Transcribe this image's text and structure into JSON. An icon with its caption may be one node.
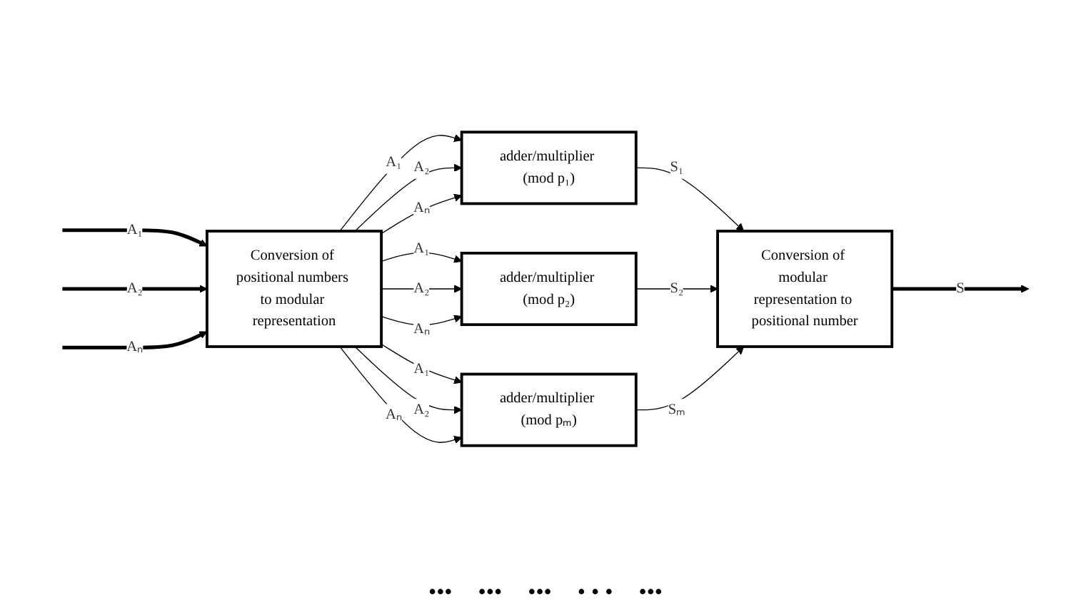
{
  "diagram": {
    "nodes": [
      {
        "text": [
          "Conversion of positional numbers to modular representation"
        ]
      },
      {
        "text": [
          "adder/multiplier (mod p₁)"
        ]
      },
      {
        "text": [
          "adder/multiplier (mod p₂)"
        ]
      },
      {
        "text": [
          "adder/multiplier (mod pₘ)"
        ]
      },
      {
        "text": [
          "Conversion of modular representation to positional number"
        ]
      }
    ],
    "edges": [
      {
        "from": null,
        "to": 0,
        "arrow": "to",
        "label": "A₁",
        "style": "thick"
      },
      {
        "from": null,
        "to": 0,
        "arrow": "to",
        "label": "A₂",
        "style": "thick"
      },
      {
        "from": null,
        "to": 0,
        "arrow": "to",
        "label": "Aₙ",
        "style": "thick"
      },
      {
        "from": 0,
        "to": 1,
        "arrow": "to",
        "label": "A₁"
      },
      {
        "from": 0,
        "to": 1,
        "arrow": "to",
        "label": "A₂"
      },
      {
        "from": 0,
        "to": 1,
        "arrow": "to",
        "label": "Aₙ"
      },
      {
        "from": 0,
        "to": 2,
        "arrow": "to",
        "label": "A₁"
      },
      {
        "from": 0,
        "to": 2,
        "arrow": "to",
        "label": "A₂"
      },
      {
        "from": 0,
        "to": 2,
        "arrow": "to",
        "label": "Aₙ"
      },
      {
        "from": 0,
        "to": 3,
        "arrow": "to",
        "label": "A₁"
      },
      {
        "from": 0,
        "to": 3,
        "arrow": "to",
        "label": "A₂"
      },
      {
        "from": 0,
        "to": 3,
        "arrow": "to",
        "label": "Aₙ"
      },
      {
        "from": 1,
        "to": 4,
        "arrow": "to",
        "label": "S₁"
      },
      {
        "from": 2,
        "to": 4,
        "arrow": "to",
        "label": "S₂"
      },
      {
        "from": 3,
        "to": 4,
        "arrow": "to",
        "label": "Sₘ"
      },
      {
        "from": 4,
        "to": null,
        "arrow": "to",
        "label": "S",
        "style": "thick"
      }
    ],
    "labels": [
      "•••",
      "•••",
      "•••",
      "• • •",
      "•••"
    ]
  }
}
